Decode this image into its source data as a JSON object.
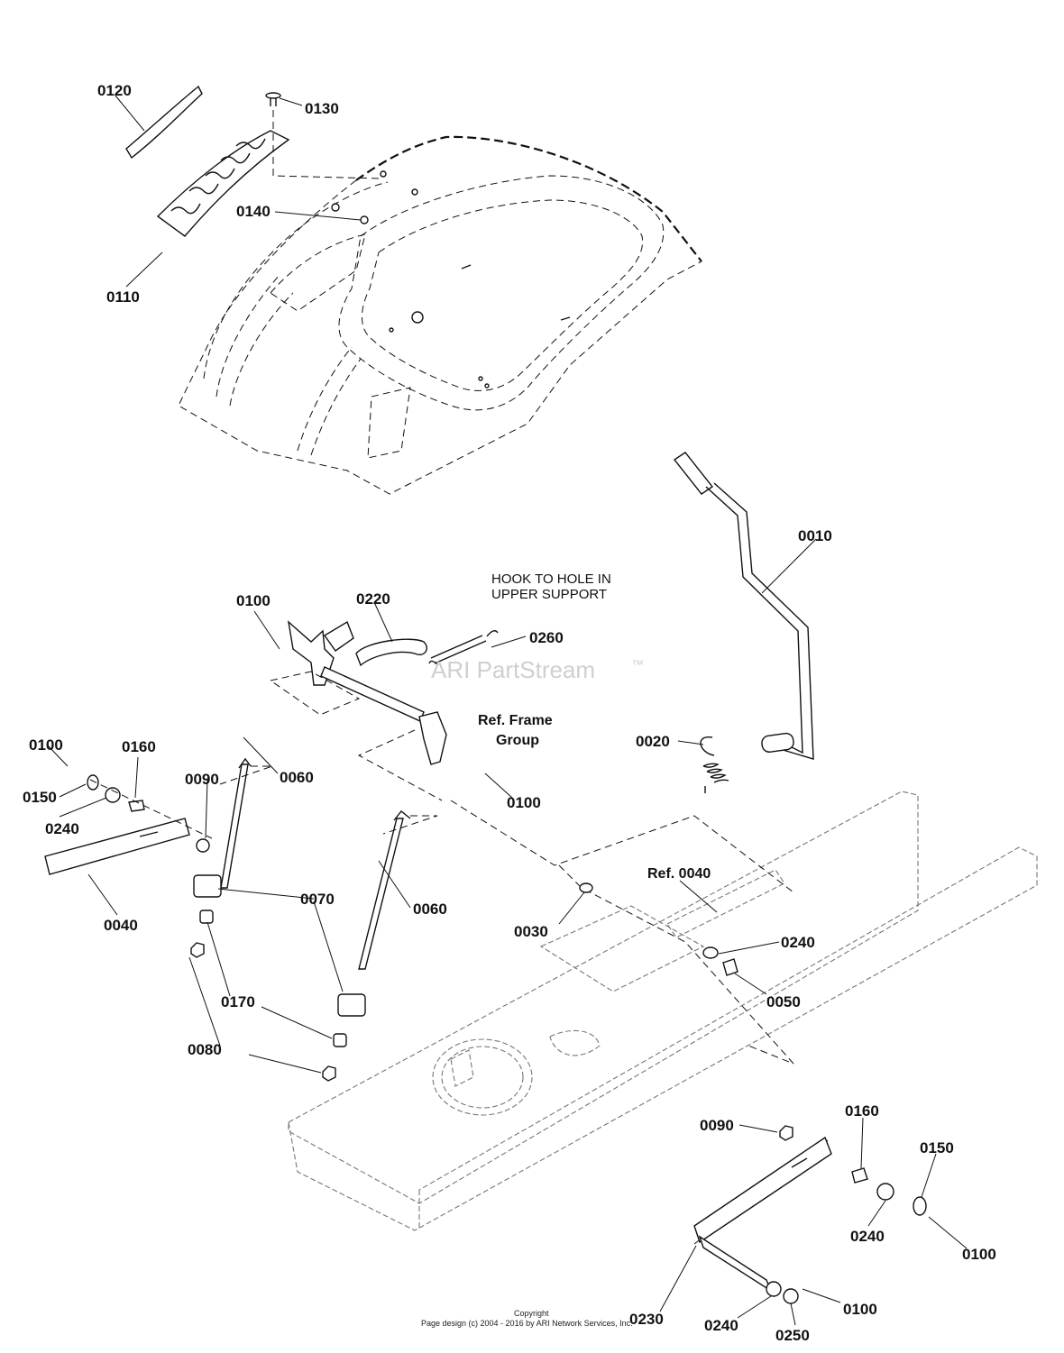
{
  "diagram": {
    "watermark": "ARI PartStream",
    "trademark": "™",
    "note_hook": [
      "HOOK TO HOLE IN",
      "UPPER SUPPORT"
    ],
    "ref_frame": [
      "Ref. Frame",
      "Group"
    ],
    "ref_0040": "Ref. 0040",
    "copyright": [
      "Copyright",
      "Page design (c) 2004 - 2016 by ARI Network Services, Inc."
    ],
    "callouts": {
      "p0120": "0120",
      "p0130": "0130",
      "p0140": "0140",
      "p0110": "0110",
      "p0010": "0010",
      "p0020": "0020",
      "p0100_a": "0100",
      "p0220": "0220",
      "p0260": "0260",
      "p0100_b": "0100",
      "p0150_a": "0150",
      "p0160_a": "0160",
      "p0240_a": "0240",
      "p0090_a": "0090",
      "p0060_a": "0060",
      "p0100_c": "0100",
      "p0040": "0040",
      "p0070": "0070",
      "p0060_b": "0060",
      "p0030": "0030",
      "p0240_b": "0240",
      "p0050": "0050",
      "p0170": "0170",
      "p0080": "0080",
      "p0090_b": "0090",
      "p0160_b": "0160",
      "p0150_b": "0150",
      "p0240_c": "0240",
      "p0100_d": "0100",
      "p0230": "0230",
      "p0100_e": "0100",
      "p0240_d": "0240",
      "p0250": "0250"
    }
  }
}
